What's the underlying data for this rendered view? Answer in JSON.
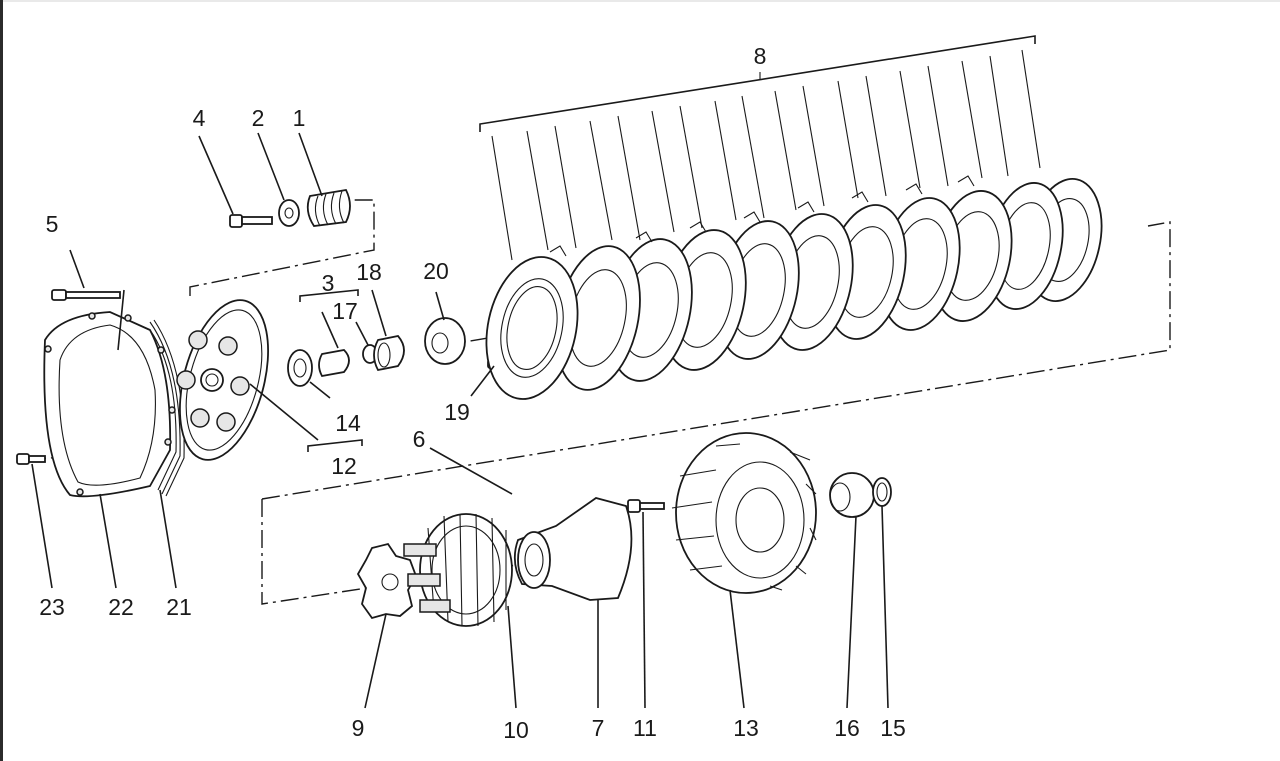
{
  "diagram": {
    "labels": [
      {
        "id": "1",
        "text": "1"
      },
      {
        "id": "2",
        "text": "2"
      },
      {
        "id": "3",
        "text": "3"
      },
      {
        "id": "4",
        "text": "4"
      },
      {
        "id": "5",
        "text": "5"
      },
      {
        "id": "6",
        "text": "6"
      },
      {
        "id": "7",
        "text": "7"
      },
      {
        "id": "8",
        "text": "8"
      },
      {
        "id": "9",
        "text": "9"
      },
      {
        "id": "10",
        "text": "10"
      },
      {
        "id": "11",
        "text": "11"
      },
      {
        "id": "12",
        "text": "12"
      },
      {
        "id": "13",
        "text": "13"
      },
      {
        "id": "14",
        "text": "14"
      },
      {
        "id": "15",
        "text": "15"
      },
      {
        "id": "16",
        "text": "16"
      },
      {
        "id": "17",
        "text": "17"
      },
      {
        "id": "18",
        "text": "18"
      },
      {
        "id": "19",
        "text": "19"
      },
      {
        "id": "20",
        "text": "20"
      },
      {
        "id": "21",
        "text": "21"
      },
      {
        "id": "22",
        "text": "22"
      },
      {
        "id": "23",
        "text": "23"
      }
    ]
  }
}
